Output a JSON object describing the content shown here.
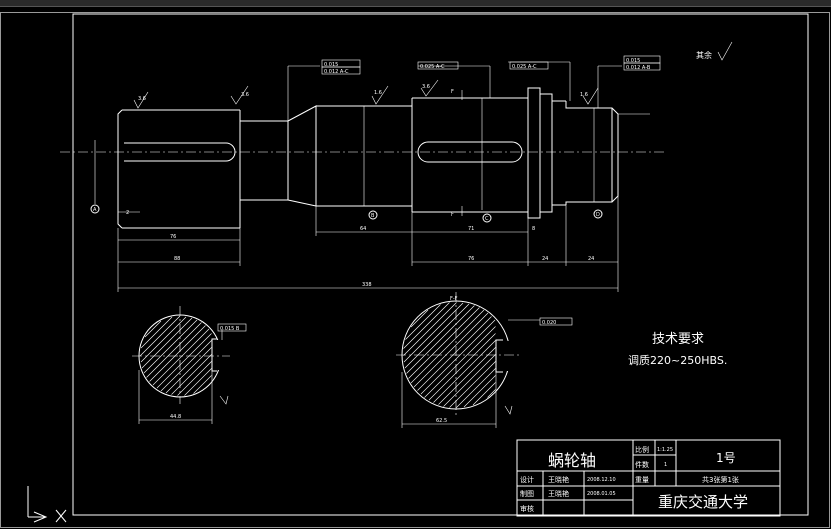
{
  "drawing": {
    "tech_title": "技术要求",
    "tech_note": "调质220~250HBS.",
    "surface_note": "其余",
    "part_name": "蜗轮轴",
    "ratio_label": "比例",
    "ratio_value": "1:1.25",
    "count_label": "件数",
    "count_value": "1",
    "weight_label": "重量",
    "drawing_no": "1号",
    "sheet_info": "共3张第1张",
    "designer_label": "设计",
    "designer_name": "王晓艳",
    "design_date": "2008.12.10",
    "drafter_label": "制图",
    "drafter_name": "王晓艳",
    "draft_date": "2008.01.05",
    "checker_label": "审核",
    "school": "重庆交通大学",
    "section_label_right": "F-F",
    "section_mark_f": "F",
    "roughness": {
      "r1": "3.6",
      "r2": "3.6",
      "r3": "1.6",
      "r4": "3.6",
      "r5": "1.6"
    },
    "dims": {
      "d76a": "76",
      "d88": "88",
      "d64": "64",
      "d71": "71",
      "d76b": "76",
      "d24a": "24",
      "d24b": "24",
      "d8": "8",
      "d2": "2",
      "total": "338",
      "sec_left": "44.8",
      "sec_right": "62.5"
    },
    "tolerances": {
      "t1": "0.015",
      "t2": "0.012 A-C",
      "t3": "0.025 A-C",
      "t4": "0.025 A-C",
      "t5": "0.015",
      "t6": "0.012 A-B",
      "t7": "0.015 B",
      "t8": "0.020"
    },
    "datum": {
      "a": "A",
      "b": "B",
      "c": "C",
      "d": "D"
    }
  }
}
